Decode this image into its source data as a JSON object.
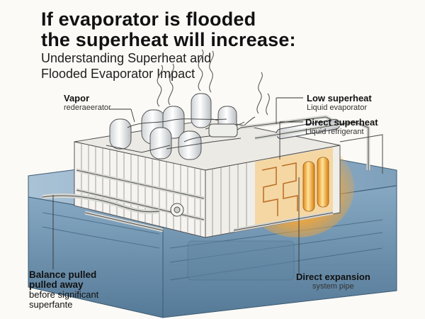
{
  "title": {
    "line1": "If evaporator is flooded",
    "line2": "the superheat will increase:"
  },
  "subtitle": {
    "line1": "Understanding Superheat and",
    "line2": "Flooded Evaporator Impact"
  },
  "labels": {
    "vapor": {
      "heading": "Vapor",
      "sub": "rederaeerator"
    },
    "low_superheat": {
      "heading": "Low superheat",
      "sub": "Liquid evaporator"
    },
    "direct_superheat": {
      "heading": "Direct superheat",
      "sub": "Liquid refrigerant"
    },
    "balance": {
      "line1": "Balance pulled",
      "line2": "pulled away",
      "line3": "before significant",
      "line4": "superfante"
    },
    "direct_expansion": {
      "heading": "Direct expansion",
      "sub": "system pipe"
    }
  },
  "colors": {
    "water": "#6f93b0",
    "water_dark": "#4f7391",
    "glow": "#f2a531",
    "line": "#3a3a3a"
  }
}
